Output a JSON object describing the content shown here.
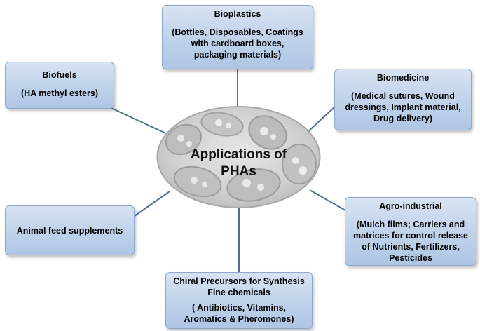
{
  "center": {
    "label": "Applications of\nPHAs"
  },
  "nodes": {
    "bioplastics": {
      "title": "Bioplastics",
      "detail": "(Bottles, Disposables, Coatings\nwith cardboard boxes,\npackaging  materials)"
    },
    "biofuels": {
      "title": "Biofuels",
      "detail": "(HA methyl esters)"
    },
    "biomedicine": {
      "title": "Biomedicine",
      "detail": "(Medical sutures, Wound\ndressings, Implant material,\nDrug delivery)"
    },
    "agro_industrial": {
      "title": "Agro-industrial",
      "detail": "(Mulch films; Carriers and\nmatrices for control release\nof Nutrients, Fertilizers,\nPesticides"
    },
    "animal_feed": {
      "title": "Animal feed supplements"
    },
    "chiral": {
      "title": "Chiral Precursors for Synthesis\nFine chemicals",
      "detail": "( Antibiotics, Vitamins,\nAromatics & Pheromones)"
    }
  },
  "colors": {
    "box_fill": "#bfd2ea",
    "box_border": "#8ea9c9",
    "connector": "#4f6f94",
    "center_fill": "#d4d4d4"
  }
}
